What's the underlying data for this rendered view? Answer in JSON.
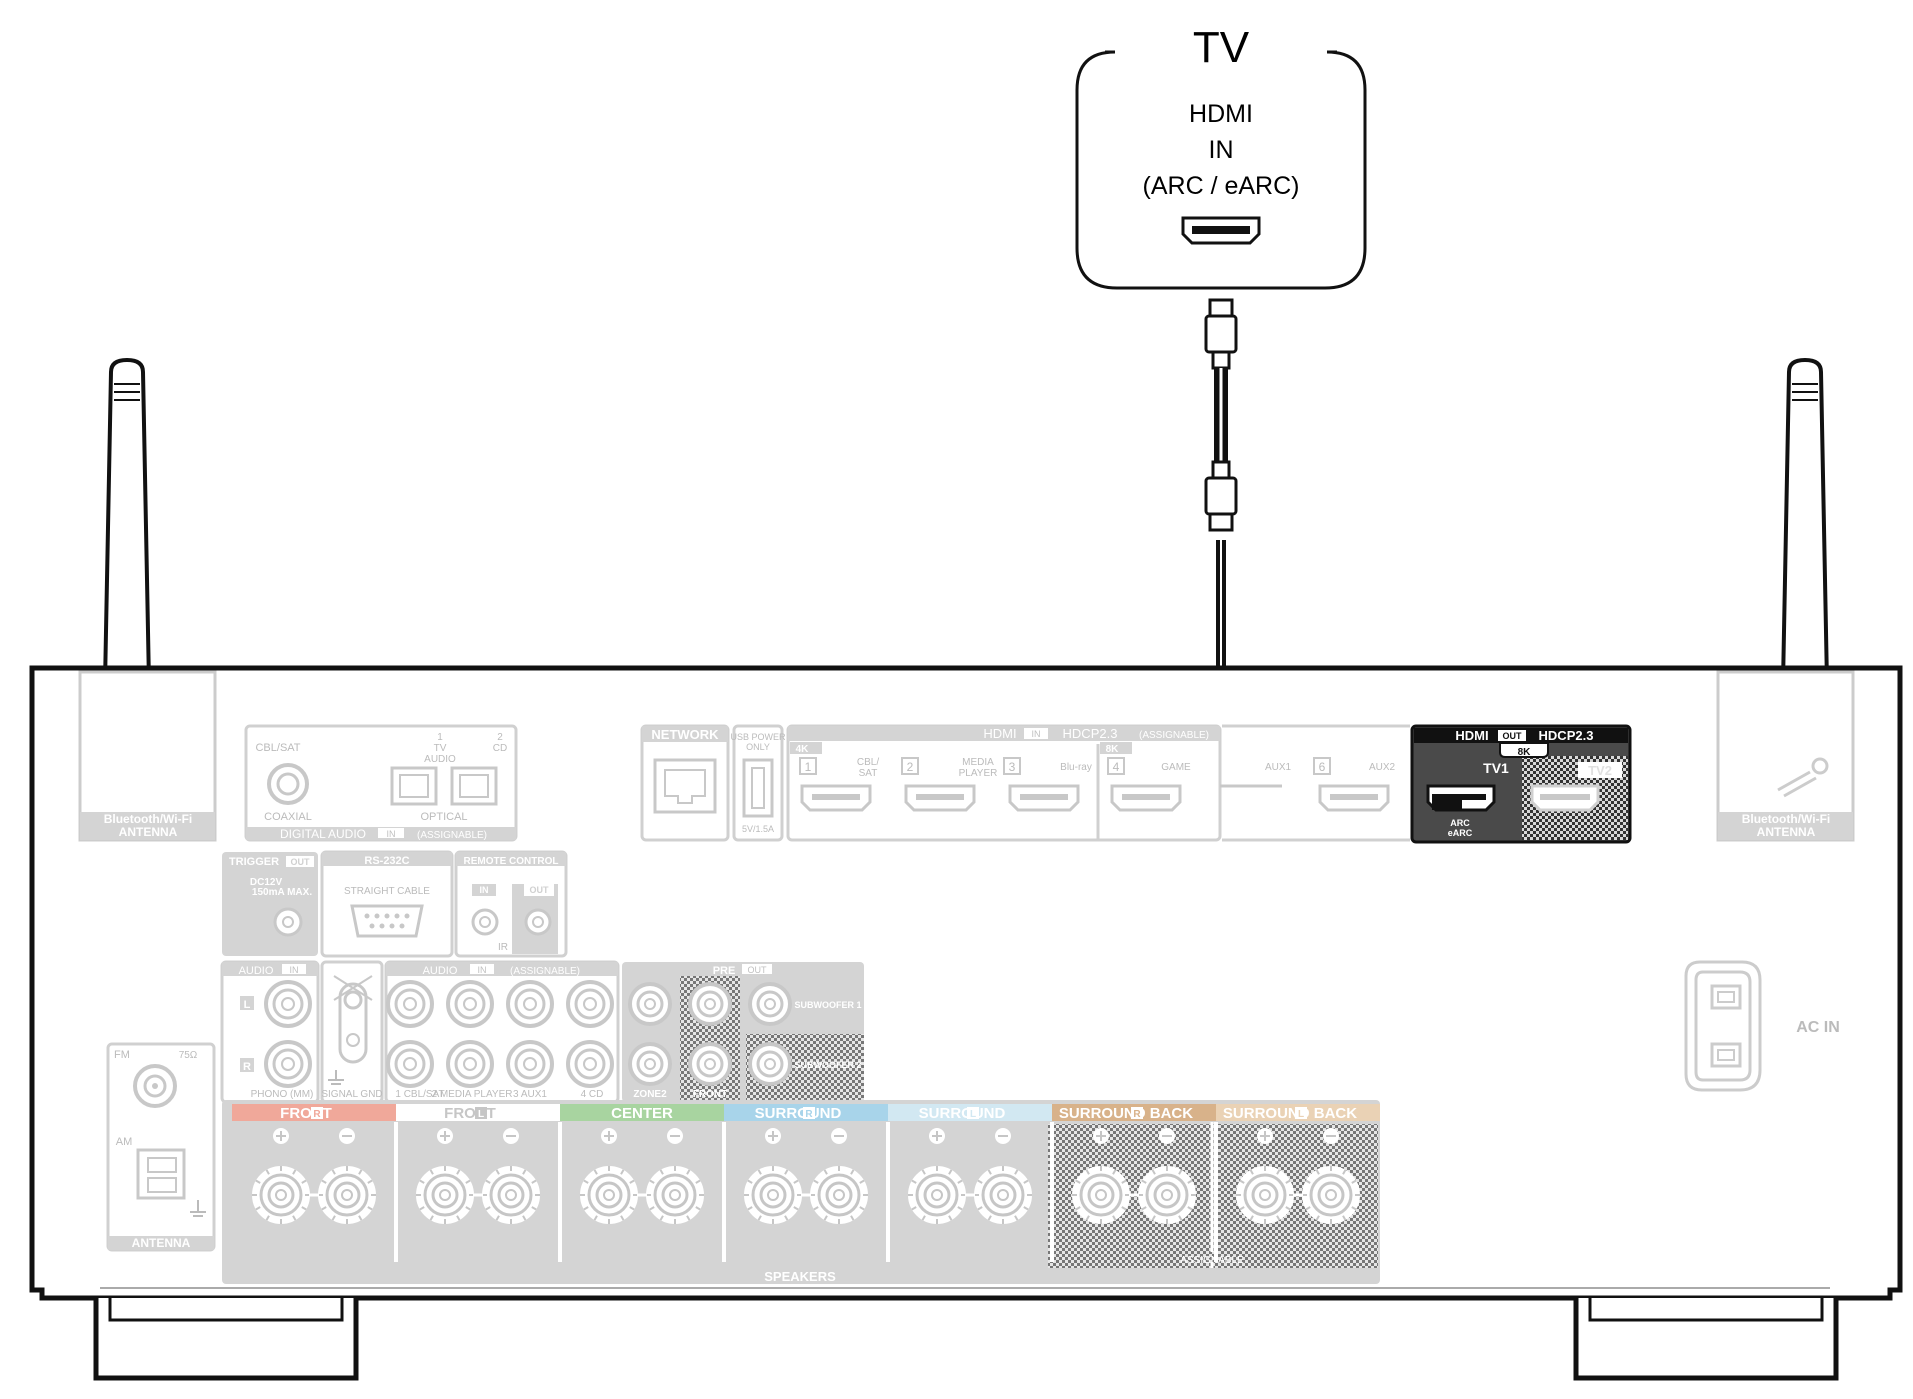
{
  "tv": {
    "title": "TV",
    "line1": "HDMI",
    "line2": "IN",
    "line3": "(ARC / eARC)"
  },
  "antenna": {
    "left_label_1": "Bluetooth/Wi-Fi",
    "left_label_2": "ANTENNA",
    "right_label_1": "Bluetooth/Wi-Fi",
    "right_label_2": "ANTENNA"
  },
  "digital_audio": {
    "cbl_sat": "CBL/SAT",
    "coaxial": "COAXIAL",
    "tv_audio_num": "1",
    "tv_audio": "TV",
    "tv_audio_2": "AUDIO",
    "cd_num": "2",
    "cd": "CD",
    "optical": "OPTICAL",
    "footer": "DIGITAL AUDIO",
    "in_tag": "IN",
    "assignable": "(ASSIGNABLE)"
  },
  "network": {
    "label": "NETWORK"
  },
  "usb": {
    "line1": "USB POWER",
    "line2": "ONLY",
    "rating": "5V/1.5A"
  },
  "hdmi_in": {
    "title": "HDMI",
    "in_tag": "IN",
    "hdcp": "HDCP2.3",
    "assignable": "(ASSIGNABLE)",
    "tag_4k": "4K",
    "tag_8k": "8K",
    "n1": "1",
    "cbl_sat_1": "CBL/",
    "cbl_sat_2": "SAT",
    "n2": "2",
    "media_1": "MEDIA",
    "media_2": "PLAYER",
    "n3": "3",
    "bluray": "Blu-ray",
    "n4": "4",
    "game": "GAME",
    "aux1": "AUX1",
    "n6": "6",
    "aux2": "AUX2"
  },
  "hdmi_out": {
    "title": "HDMI",
    "out_tag": "OUT",
    "hdcp": "HDCP2.3",
    "tag_8k": "8K",
    "tv1": "TV1",
    "tv2": "TV2",
    "arc": "ARC",
    "earc": "eARC"
  },
  "trigger": {
    "title": "TRIGGER",
    "out_tag": "OUT",
    "spec1": "DC12V",
    "spec2": "150mA MAX."
  },
  "rs232": {
    "title": "RS-232C",
    "cable": "STRAIGHT CABLE"
  },
  "remote": {
    "title": "REMOTE CONTROL",
    "in_tag": "IN",
    "out_tag": "OUT",
    "ir": "IR"
  },
  "audio_in": {
    "title": "AUDIO",
    "in_tag": "IN",
    "l": "L",
    "r": "R",
    "phono": "PHONO (MM)",
    "signal_gnd": "SIGNAL GND",
    "assignable_title": "AUDIO",
    "assignable_in_tag": "IN",
    "assignable": "(ASSIGNABLE)",
    "in1": "1 CBL/SAT",
    "in2": "2 MEDIA PLAYER",
    "in3": "3 AUX1",
    "in4": "4 CD"
  },
  "pre_out": {
    "title": "PRE",
    "out_tag": "OUT",
    "sub1": "SUBWOOFER 1",
    "sub2": "SUBWOOFER 2",
    "zone2": "ZONE2",
    "front": "FRONT"
  },
  "fm_am": {
    "fm": "FM",
    "ohm": "75Ω",
    "am": "AM",
    "antenna": "ANTENNA"
  },
  "speakers": {
    "footer": "SPEAKERS",
    "assignable": "ASSIGNABLE",
    "groups": [
      {
        "label": "FRONT",
        "side": "R",
        "color": "#f0a89a"
      },
      {
        "label": "FRONT",
        "side": "L",
        "color": "#ffffff"
      },
      {
        "label": "CENTER",
        "side": "",
        "color": "#a8d4a0"
      },
      {
        "label": "SURROUND",
        "side": "R",
        "color": "#a8d4ea"
      },
      {
        "label": "SURROUND",
        "side": "L",
        "color": "#d2e8f2"
      },
      {
        "label": "SURROUND BACK",
        "side": "R",
        "color": "#d8b28a"
      },
      {
        "label": "SURROUND BACK",
        "side": "L",
        "color": "#ead2b5"
      }
    ]
  },
  "ac_in": {
    "label": "AC IN"
  },
  "colors": {
    "panel_gray": "#d4d4d4",
    "text_gray": "#bdbdbd",
    "outline": "#111111",
    "hdmi_out_bg": "#4a4a4a"
  }
}
